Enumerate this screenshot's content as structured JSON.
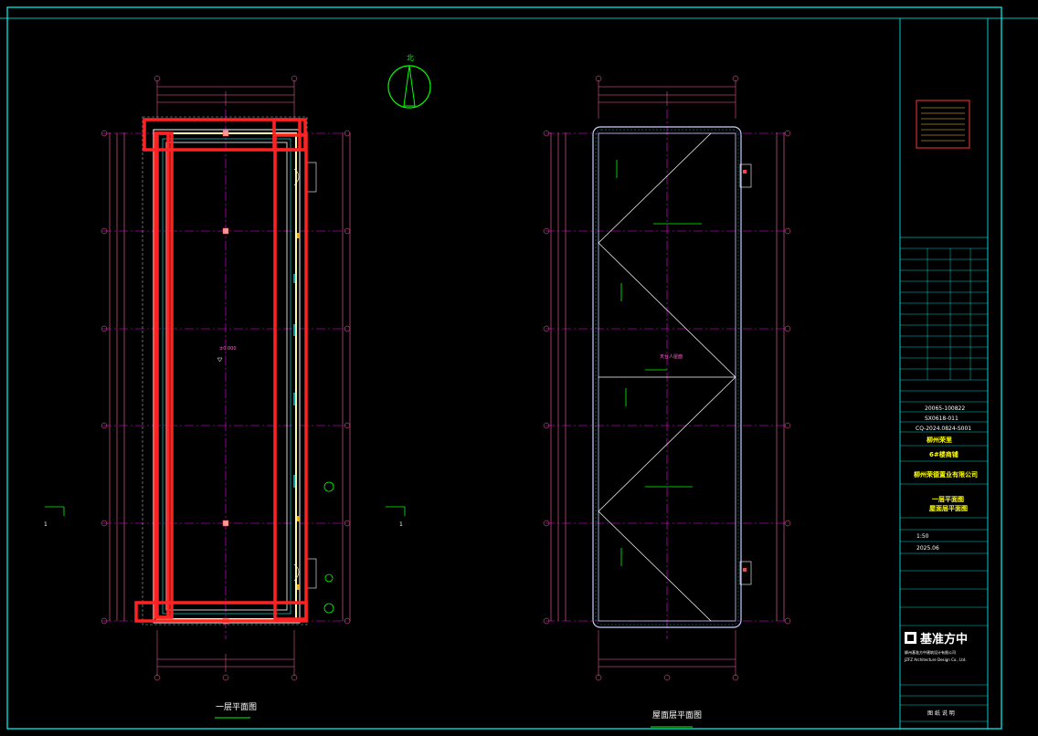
{
  "drawing": {
    "plan_left_title": "一层平面图",
    "plan_right_title": "屋面层平面图",
    "section_marker_left": "1",
    "section_marker_right": "1",
    "north_label": "北",
    "roof_label": "天台人屋面",
    "left_grid_count": 6,
    "right_grid_count": 6
  },
  "titleblock": {
    "project_no": "20065-100822",
    "sub_no": "SX0618-011",
    "drawing_no": "CQ-2024.0824-S001",
    "project_name": "柳州荣里",
    "building": "6#楼商铺",
    "client": "柳州荣德置业有限公司",
    "sheet_title_1": "一层平面图",
    "sheet_title_2": "屋面层平面图",
    "scale": "1:50",
    "date": "2025.06",
    "logo_text": "基准方中",
    "company_cn": "柳州基准方中建筑设计有限公司",
    "company_en": "JZFZ Architecture Design Co., Ltd.",
    "bottom_label": "图 纸 说 明"
  },
  "colors": {
    "frame": "#00ffff",
    "wall": "#ffffff",
    "grid": "#ff00ff",
    "dimension": "#ff66aa",
    "highlight": "#ff2222",
    "accent_yellow": "#ffff99",
    "green": "#00ff00"
  }
}
